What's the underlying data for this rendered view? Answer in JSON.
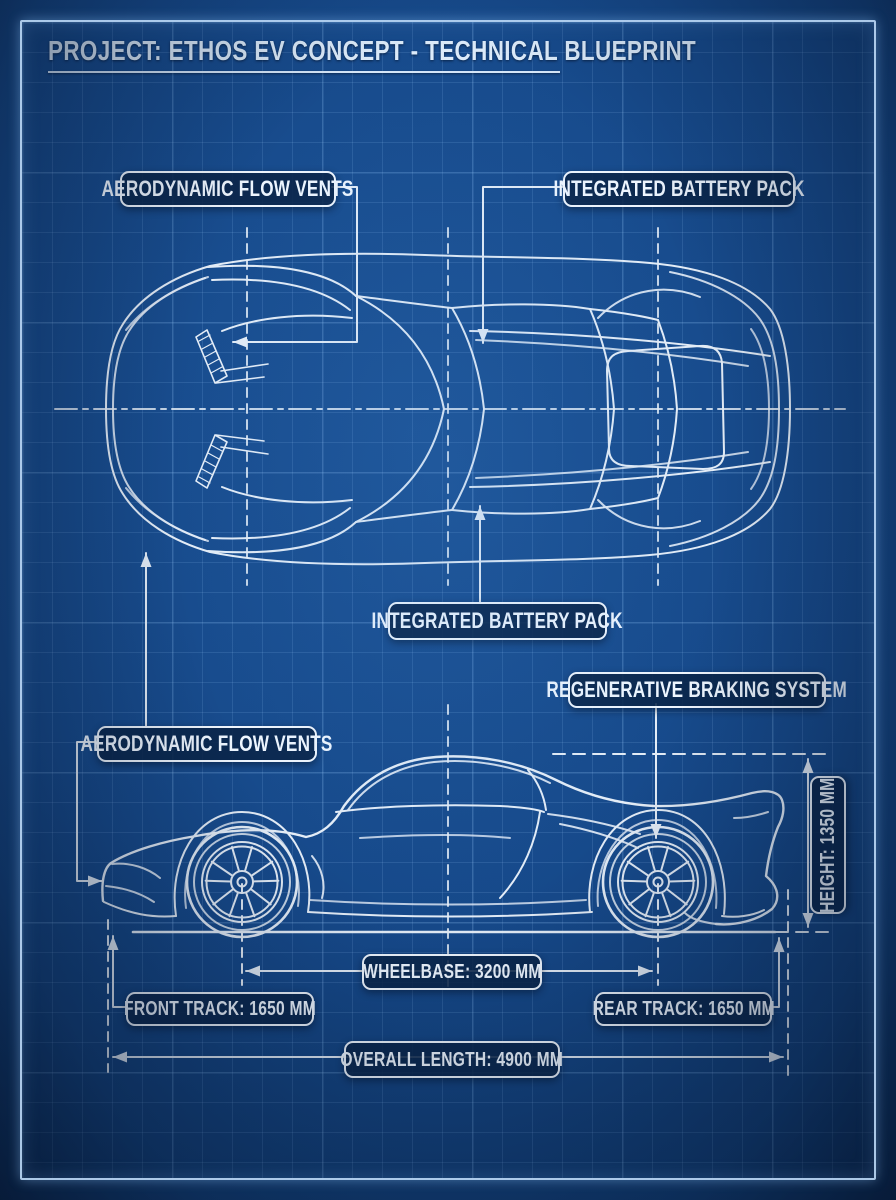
{
  "title": "PROJECT: ETHOS EV CONCEPT - TECHNICAL BLUEPRINT",
  "views": {
    "top_view": "top view of EV concept car",
    "side_view": "side view of EV concept car"
  },
  "callouts": {
    "aero_top": "AERODYNAMIC FLOW VENTS",
    "battery_top": "INTEGRATED BATTERY PACK",
    "battery_bottom": "INTEGRATED BATTERY PACK",
    "regen": "REGENERATIVE BRAKING SYSTEM",
    "aero_side": "AERODYNAMIC FLOW VENTS"
  },
  "dimensions": {
    "height": "HEIGHT: 1350 MM",
    "wheelbase": "WHEELBASE: 3200 MM",
    "front_track": "FRONT TRACK: 1650 MM",
    "rear_track": "REAR TRACK: 1650 MM",
    "overall_length": "OVERALL LENGTH: 4900 MM"
  },
  "colors": {
    "background": "#16498a",
    "line_ink": "#edf4fc",
    "grid": "#5d8fc7",
    "label_fill": "#0a2448"
  }
}
